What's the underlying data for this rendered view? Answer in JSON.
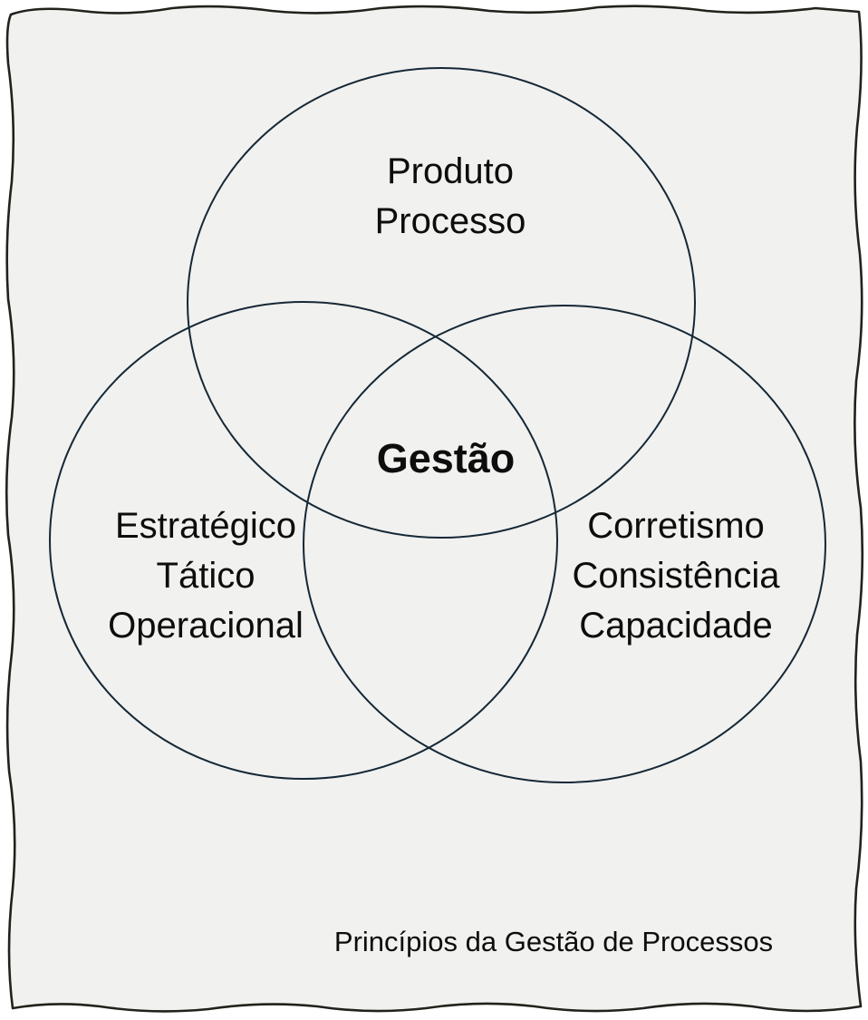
{
  "diagram": {
    "type": "venn",
    "center": {
      "label": "Gestão"
    },
    "sets": [
      {
        "name": "top",
        "lines": [
          "Produto",
          "Processo"
        ]
      },
      {
        "name": "left",
        "lines": [
          "Estratégico",
          "Tático",
          "Operacional"
        ]
      },
      {
        "name": "right",
        "lines": [
          "Corretismo",
          "Consistência",
          "Capacidade"
        ]
      }
    ],
    "caption": "Princípios da Gestão de Processos",
    "colors": {
      "paper": "#f1f1ef",
      "circle_stroke": "#152836",
      "torn_edge": "#22221c",
      "text": "#0d0d0d"
    }
  }
}
